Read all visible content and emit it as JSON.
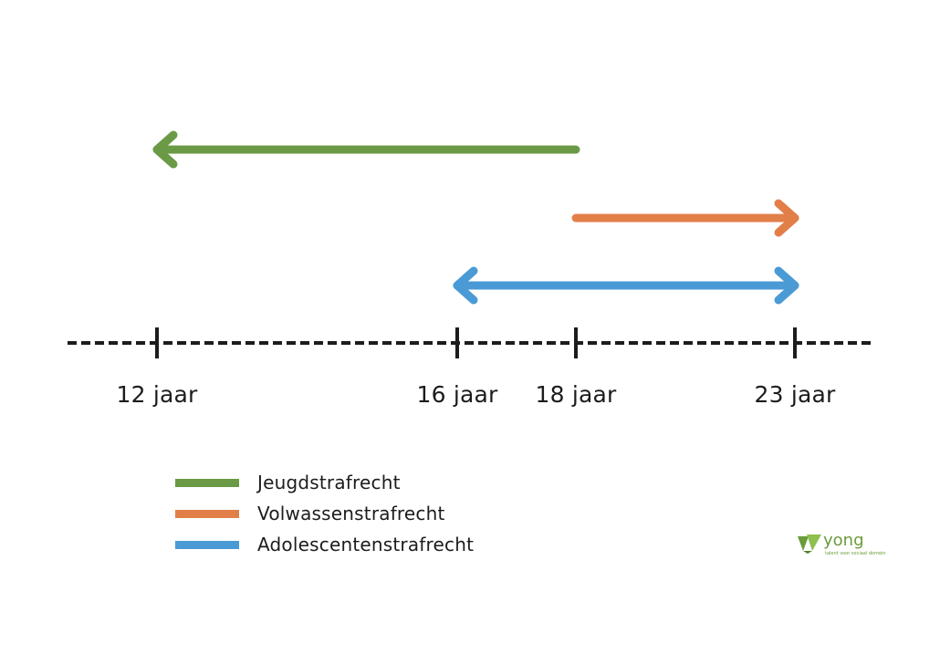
{
  "timeline": {
    "ticks": [
      {
        "age": 12,
        "label": "12 jaar"
      },
      {
        "age": 16,
        "label": "16 jaar"
      },
      {
        "age": 18,
        "label": "18 jaar"
      },
      {
        "age": 23,
        "label": "23 jaar"
      }
    ]
  },
  "ranges": [
    {
      "id": "jeugd",
      "from_age": 18,
      "to_age": 12,
      "head": "left",
      "color": "#6a9a46"
    },
    {
      "id": "volwassen",
      "from_age": 18,
      "to_age": 23,
      "head": "right",
      "color": "#e27f49"
    },
    {
      "id": "adolescenten",
      "from_age": 16,
      "to_age": 23,
      "head": "both",
      "color": "#4a9ad6"
    }
  ],
  "legend": [
    {
      "label": "Jeugdstrafrecht",
      "color": "#6a9a46"
    },
    {
      "label": "Volwassenstrafrecht",
      "color": "#e27f49"
    },
    {
      "label": "Adolescentenstrafrecht",
      "color": "#4a9ad6"
    }
  ],
  "logo": {
    "name": "yong",
    "tagline": "talent voor sociaal domein",
    "icon": "leaf-logo-icon",
    "color": "#6a9c3a"
  }
}
